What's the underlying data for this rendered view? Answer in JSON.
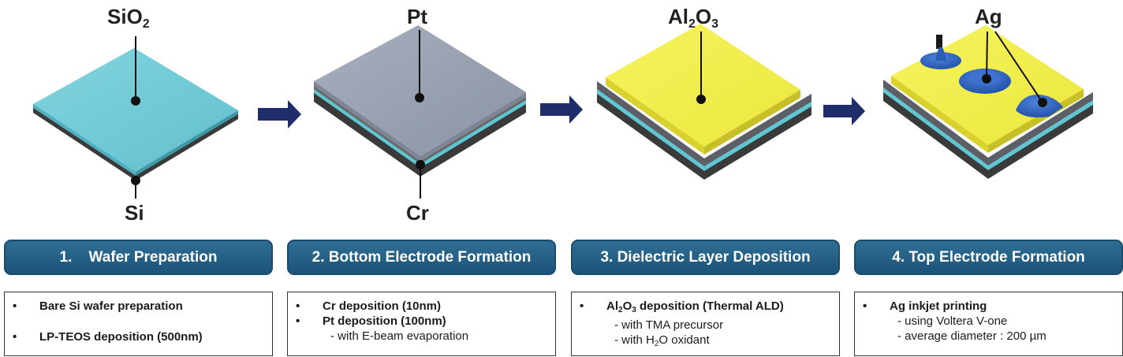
{
  "labels": {
    "sio2_main": "SiO",
    "sio2_sub": "2",
    "si": "Si",
    "pt": "Pt",
    "cr": "Cr",
    "al2o3_a": "Al",
    "al2o3_sub1": "2",
    "al2o3_b": "O",
    "al2o3_sub2": "3",
    "ag": "Ag"
  },
  "steps": [
    {
      "title": "1.    Wafer Preparation",
      "b1": "Bare Si wafer preparation",
      "b2": "LP-TEOS deposition (500nm)"
    },
    {
      "title": "2. Bottom Electrode Formation",
      "b1": "Cr deposition (10nm)",
      "b2": "Pt deposition (100nm)",
      "s1": "- with E-beam evaporation"
    },
    {
      "title": "3. Dielectric Layer Deposition",
      "b1_a": "Al",
      "b1_sub1": "2",
      "b1_b": "O",
      "b1_sub2": "3",
      "b1_c": " deposition (Thermal ALD)",
      "s1": "- with TMA precursor",
      "s2_a": "- with H",
      "s2_sub": "2",
      "s2_b": "O oxidant"
    },
    {
      "title": "4. Top Electrode Formation",
      "b1": "Ag inkjet printing",
      "s1": "- using Voltera V-one",
      "s2": "- average diameter : 200 µm"
    }
  ],
  "colors": {
    "sio2": "#74ccd8",
    "si": "#3d3d3d",
    "pt": "#9aa2b2",
    "al2o3": "#f2ef4e",
    "ag": "#2f63be",
    "arrow": "#1f2d6b",
    "header": "#1d5378"
  }
}
